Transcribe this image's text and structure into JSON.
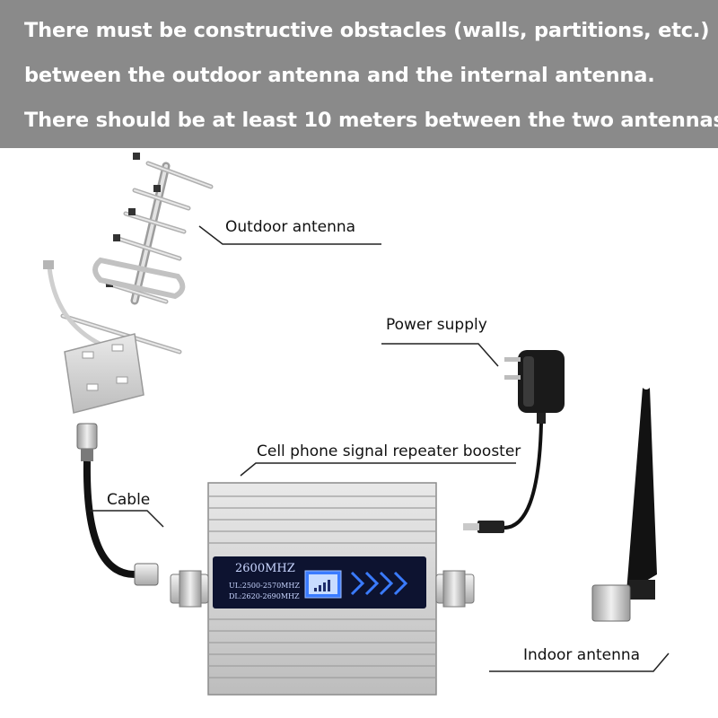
{
  "banner": {
    "line1": "There must be constructive obstacles (walls, partitions, etc.)",
    "line2": "between the outdoor antenna and the internal antenna.",
    "line3": "There should be at least 10 meters between the two antennas."
  },
  "labels": {
    "outdoor_antenna": "Outdoor  antenna",
    "power_supply": "Power supply",
    "repeater": "Cell phone signal repeater booster",
    "cable": "Cable",
    "indoor_antenna": "Indoor  antenna"
  },
  "device": {
    "frequency": "2600MHZ",
    "uplink": "UL:2500-2570MHZ",
    "downlink": "DL:2620-2690MHZ"
  },
  "colors": {
    "banner_bg": "#8a8a8a",
    "banner_text": "#ffffff",
    "lcd_bg": "#0d1330",
    "lcd_text": "#c9d6ff",
    "display_accent": "#3a7bff"
  },
  "icons": [
    "yagi-antenna-icon",
    "power-adapter-icon",
    "repeater-device-icon",
    "coax-cable-icon",
    "whip-antenna-icon"
  ]
}
